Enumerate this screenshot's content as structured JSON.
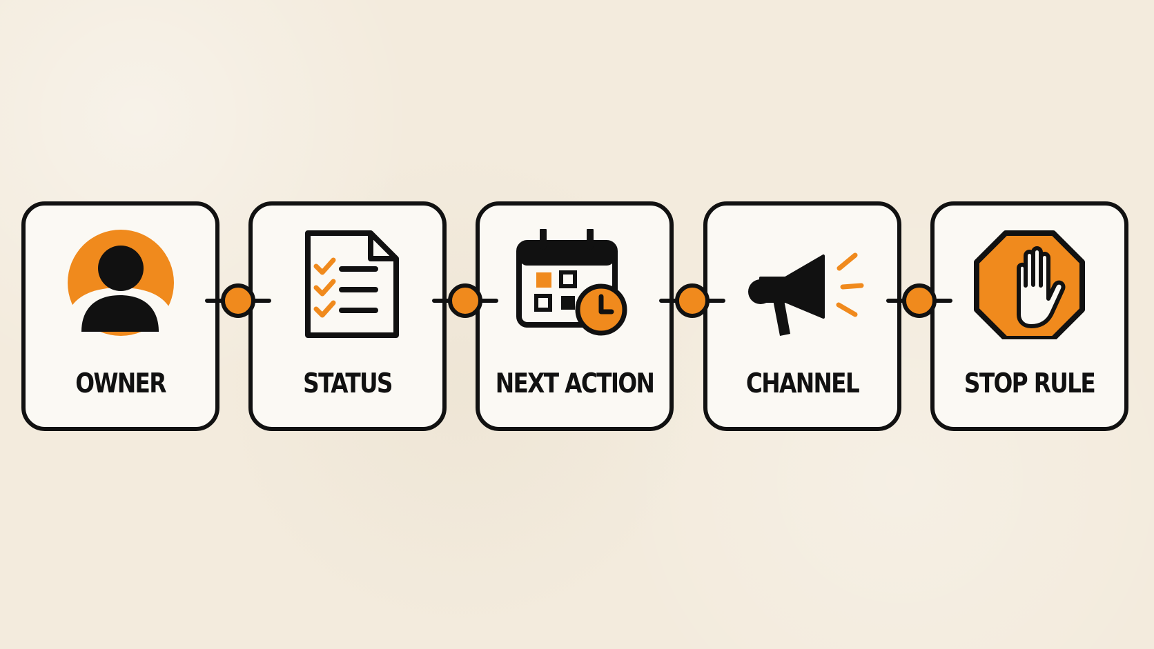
{
  "palette": {
    "background": "#f3ebdd",
    "card_fill": "#fbf9f4",
    "outline": "#111111",
    "accent": "#f08a1d"
  },
  "steps": [
    {
      "label": "OWNER",
      "icon": "user-profile-icon"
    },
    {
      "label": "STATUS",
      "icon": "checklist-document-icon"
    },
    {
      "label": "NEXT ACTION",
      "icon": "calendar-clock-icon"
    },
    {
      "label": "CHANNEL",
      "icon": "megaphone-icon"
    },
    {
      "label": "STOP RULE",
      "icon": "stop-hand-icon"
    }
  ]
}
